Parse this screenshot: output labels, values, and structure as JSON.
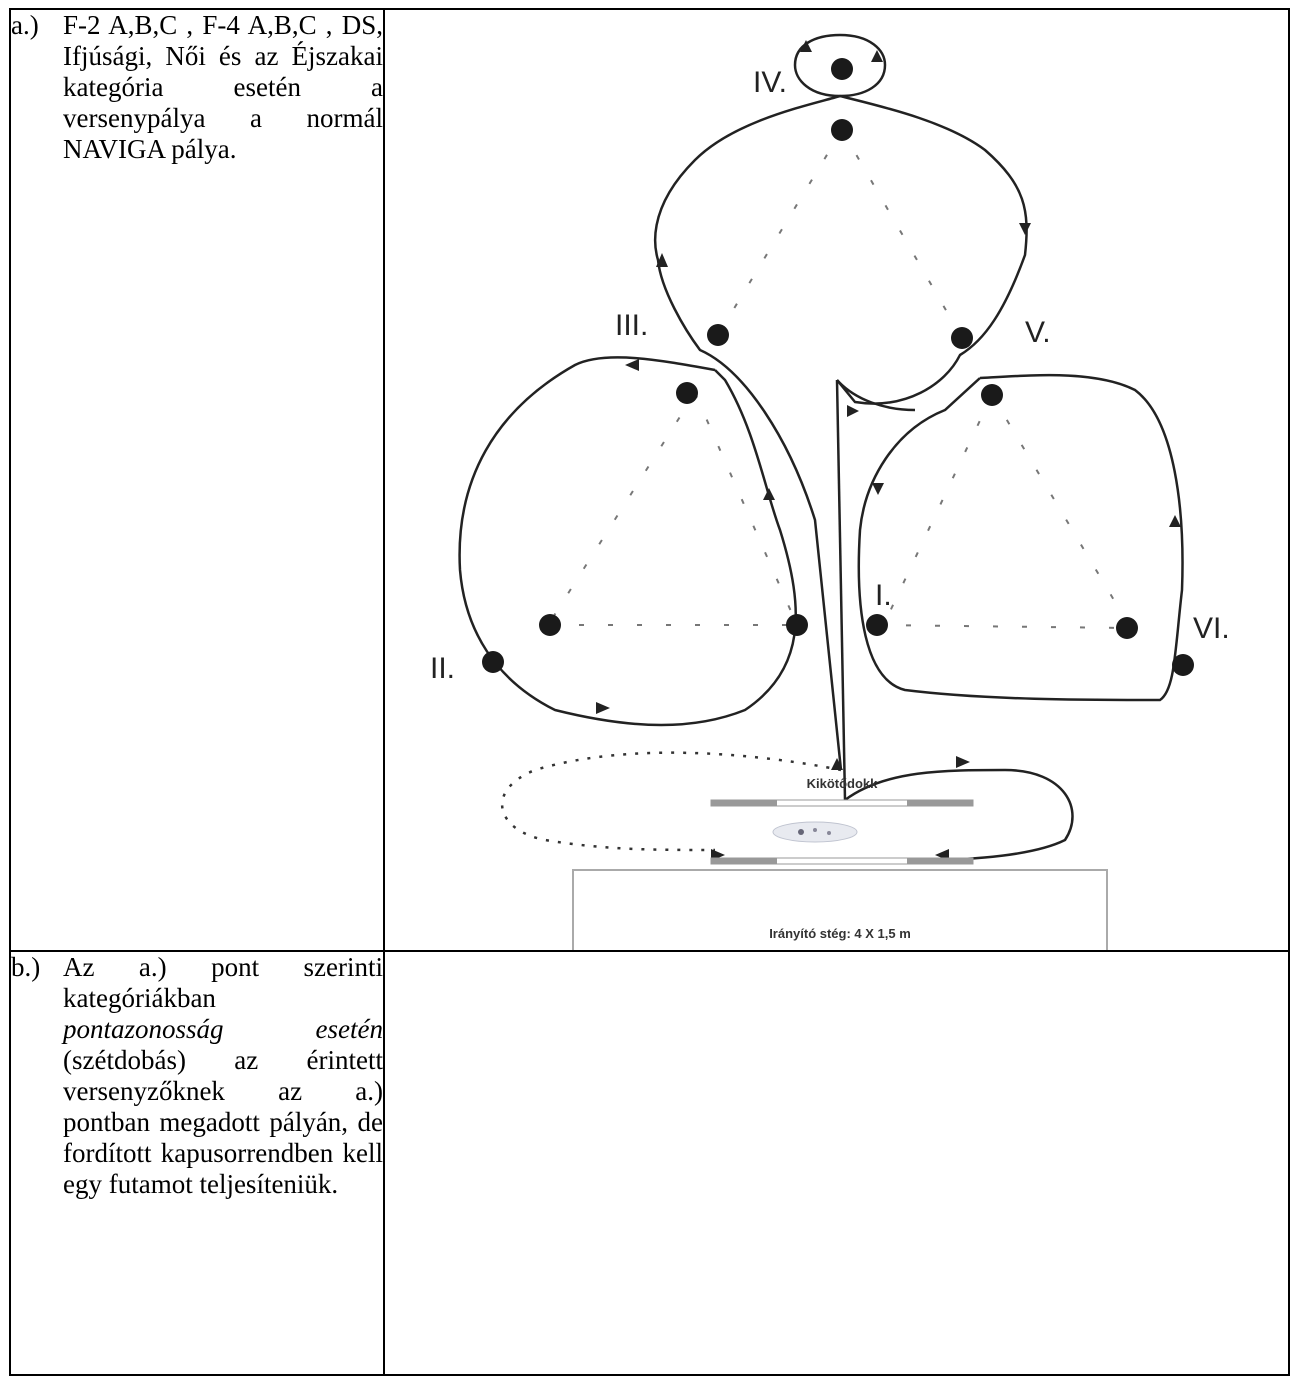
{
  "items": [
    {
      "marker": "a.)",
      "text": "F-2 A,B,C , F-4 A,B,C , DS, Ifjúsági, Női és az Éjszakai kategória esetén a versenypálya a normál NAVIGA pálya."
    },
    {
      "marker": "b.)",
      "text_before": "Az a.) pont szerinti kategóriákban ",
      "text_italic": "pontazonosság esetén",
      "text_after": " (szétdobás) az érintett versenyzőknek az a.) pontban megadott pályán, de fordított kapusorrendben kell egy futamot teljesíteniük."
    }
  ],
  "diagram": {
    "gates": [
      "I.",
      "II.",
      "III.",
      "IV.",
      "V.",
      "VI."
    ],
    "dock_label": "Kikötődokk",
    "control_label": "Irányító stég: 4 X 1,5 m"
  }
}
